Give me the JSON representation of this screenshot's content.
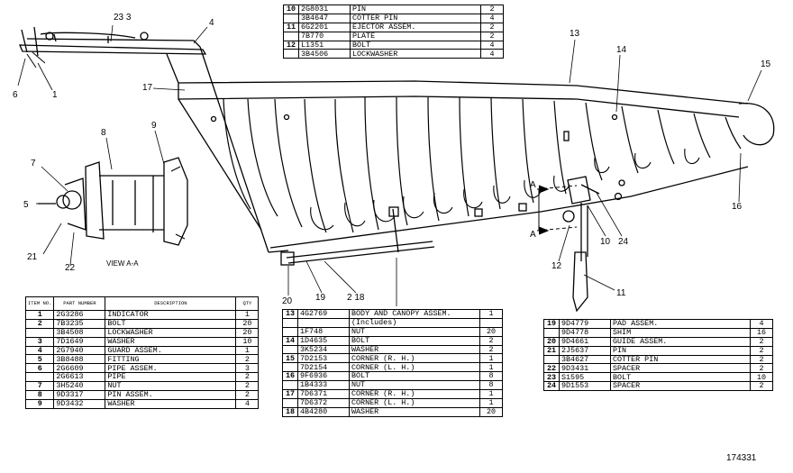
{
  "callouts": {
    "c1": "1",
    "c2": "2",
    "c3": "23  3",
    "c4": "4",
    "c5": "5",
    "c6": "6",
    "c7": "7",
    "c8": "8",
    "c9": "9",
    "c10": "10",
    "c11": "11",
    "c12": "12",
    "c13": "13",
    "c14": "14",
    "c15": "15",
    "c16": "16",
    "c17": "17",
    "c18": "2 18",
    "c19": "19",
    "c20": "20",
    "c21": "21",
    "c22": "22",
    "c24": "24",
    "a_top": "A",
    "a_bottom": "A"
  },
  "view_label": "VIEW A-A",
  "drawing_number": "174331",
  "table_header": {
    "item": "ITEM NO.",
    "part": "PART NUMBER",
    "desc": "DESCRIPTION",
    "qty": "QTY"
  },
  "table_top": {
    "rows": [
      {
        "item": "10",
        "part": "2G8031",
        "desc": "PIN",
        "qty": "2"
      },
      {
        "item": "",
        "part": "3B4647",
        "desc": "COTTER PIN",
        "qty": "4"
      },
      {
        "item": "11",
        "part": "6G2201",
        "desc": "EJECTOR ASSEM.",
        "qty": "2"
      },
      {
        "item": "",
        "part": "7B770",
        "desc": "PLATE",
        "qty": "2"
      },
      {
        "item": "12",
        "part": "L1351",
        "desc": "BOLT",
        "qty": "4"
      },
      {
        "item": "",
        "part": "3B4506",
        "desc": "LOCKWASHER",
        "qty": "4"
      }
    ]
  },
  "table_left": {
    "rows": [
      {
        "item": "1",
        "part": "2G3286",
        "desc": "INDICATOR",
        "qty": "1"
      },
      {
        "item": "2",
        "part": "7B3235",
        "desc": "BOLT",
        "qty": "20"
      },
      {
        "item": "",
        "part": "3B4508",
        "desc": "LOCKWASHER",
        "qty": "20"
      },
      {
        "item": "3",
        "part": "7D1649",
        "desc": "WASHER",
        "qty": "10"
      },
      {
        "item": "4",
        "part": "2G7940",
        "desc": "GUARD ASSEM.",
        "qty": "1"
      },
      {
        "item": "5",
        "part": "3B8488",
        "desc": "FITTING",
        "qty": "2"
      },
      {
        "item": "6",
        "part": "2G6609",
        "desc": "PIPE ASSEM.",
        "qty": "3"
      },
      {
        "item": "",
        "part": "2G6613",
        "desc": "PIPE",
        "qty": "2"
      },
      {
        "item": "7",
        "part": "3H5240",
        "desc": "NUT",
        "qty": "2"
      },
      {
        "item": "8",
        "part": "9D3317",
        "desc": "PIN ASSEM.",
        "qty": "2"
      },
      {
        "item": "9",
        "part": "9D3432",
        "desc": "WASHER",
        "qty": "4"
      }
    ]
  },
  "table_mid": {
    "rows": [
      {
        "item": "13",
        "part": "4G2769",
        "desc": "BODY AND CANOPY ASSEM.",
        "qty": "1"
      },
      {
        "item": "",
        "part": "",
        "desc": "(Includes)",
        "qty": ""
      },
      {
        "item": "",
        "part": "1F748",
        "desc": "NUT",
        "qty": "20"
      },
      {
        "item": "14",
        "part": "1D4635",
        "desc": "BOLT",
        "qty": "2"
      },
      {
        "item": "",
        "part": "3K5234",
        "desc": "WASHER",
        "qty": "2"
      },
      {
        "item": "15",
        "part": "7D2153",
        "desc": "CORNER (R. H.)",
        "qty": "1"
      },
      {
        "item": "",
        "part": "7D2154",
        "desc": "CORNER (L. H.)",
        "qty": "1"
      },
      {
        "item": "16",
        "part": "9F6936",
        "desc": "BOLT",
        "qty": "8"
      },
      {
        "item": "",
        "part": "1B4333",
        "desc": "NUT",
        "qty": "8"
      },
      {
        "item": "17",
        "part": "7D6371",
        "desc": "CORNER (R. H.)",
        "qty": "1"
      },
      {
        "item": "",
        "part": "7D6372",
        "desc": "CORNER (L. H.)",
        "qty": "1"
      },
      {
        "item": "18",
        "part": "4B4280",
        "desc": "WASHER",
        "qty": "20"
      }
    ]
  },
  "table_right": {
    "rows": [
      {
        "item": "19",
        "part": "9D4779",
        "desc": "PAD ASSEM.",
        "qty": "4"
      },
      {
        "item": "",
        "part": "9D4778",
        "desc": "SHIM",
        "qty": "16"
      },
      {
        "item": "20",
        "part": "9D4661",
        "desc": "GUIDE ASSEM.",
        "qty": "2"
      },
      {
        "item": "21",
        "part": "2J5637",
        "desc": "PIN",
        "qty": "2"
      },
      {
        "item": "",
        "part": "3B4627",
        "desc": "COTTER PIN",
        "qty": "2"
      },
      {
        "item": "22",
        "part": "9D3431",
        "desc": "SPACER",
        "qty": "2"
      },
      {
        "item": "23",
        "part": "S1595",
        "desc": "BOLT",
        "qty": "10"
      },
      {
        "item": "24",
        "part": "9D1553",
        "desc": "SPACER",
        "qty": "2"
      }
    ]
  }
}
